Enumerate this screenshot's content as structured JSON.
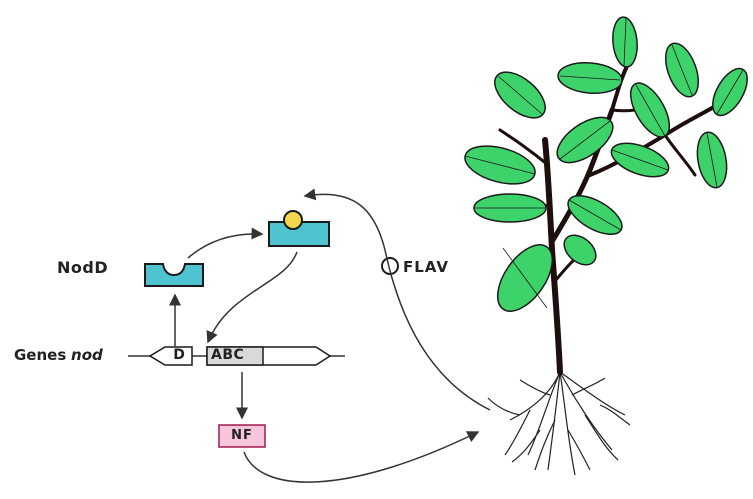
{
  "diagram": {
    "labels": {
      "nodd": "NodD",
      "flav": "FLAV",
      "genes_word": "Genes",
      "genes_nod": "nod",
      "gene_d": "D",
      "gene_abc": "ABC",
      "nf": "NF"
    },
    "colors": {
      "protein": "#4ec3cf",
      "flavonoid_bound": "#f2d84a",
      "nf_box": "#f7c6dc",
      "leaf": "#3ed36a",
      "stem": "#1e0e0e",
      "line": "#444444"
    }
  }
}
